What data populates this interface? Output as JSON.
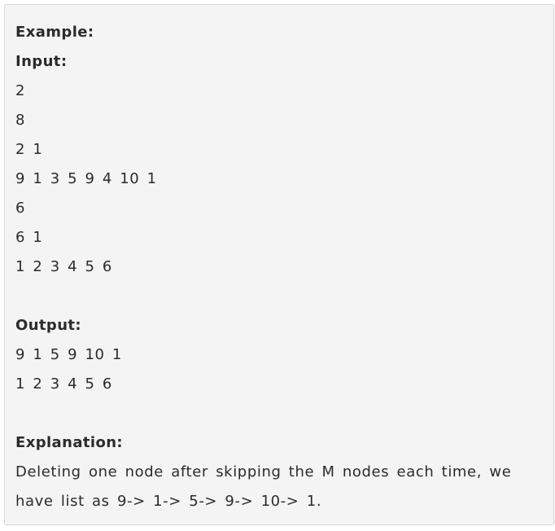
{
  "example": {
    "title": "Example:",
    "input_label": "Input:",
    "input_lines": [
      "2",
      "8",
      "2 1",
      "9 1 3 5 9 4 10 1",
      "6",
      "6 1",
      "1 2 3 4 5 6"
    ],
    "output_label": "Output:",
    "output_lines": [
      "9 1 5 9 10 1",
      "1 2 3 4 5 6"
    ],
    "explanation_label": "Explanation:",
    "explanation_lines": [
      "Deleting one node after skipping the M nodes each time, we",
      "have list as 9-> 1-> 5-> 9-> 10-> 1."
    ]
  }
}
